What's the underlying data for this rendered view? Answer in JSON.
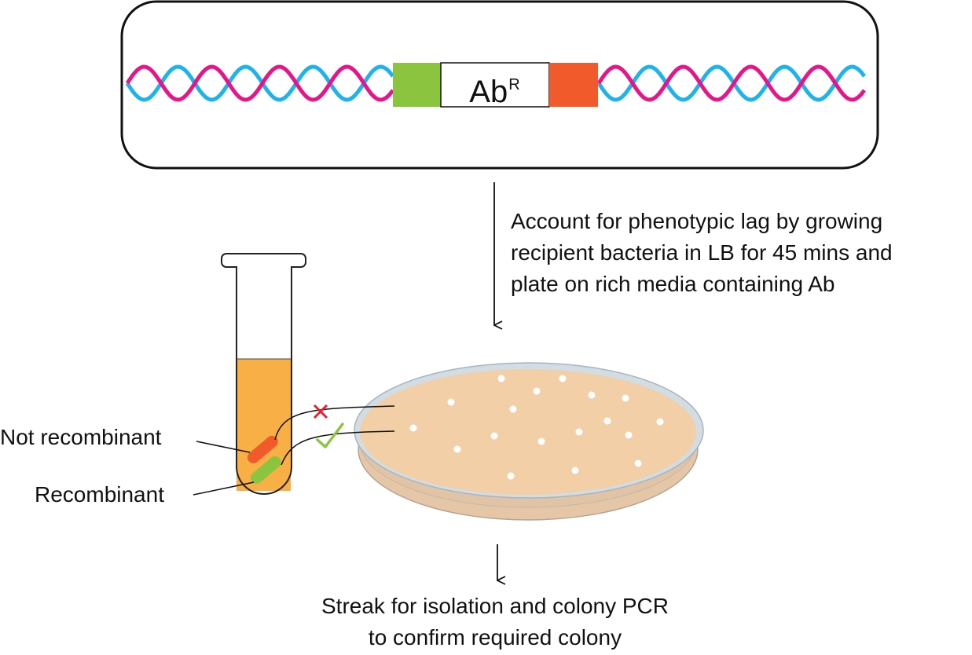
{
  "construct": {
    "gene_main": "Ab",
    "gene_sup": "R",
    "strand1_color": "#e5168c",
    "strand2_color": "#1eb3ea",
    "left_arm_color": "#8bc540",
    "right_arm_color": "#f15a2b"
  },
  "step1": {
    "line1": "Account for phenotypic lag by growing",
    "line2": "recipient bacteria in LB for 45 mins and",
    "line3": "plate on rich media containing Ab"
  },
  "tube": {
    "label_not": "Not recombinant",
    "label_rec": "Recombinant",
    "medium_color": "#f8af45",
    "not_color": "#f15a2b",
    "rec_color": "#8bc540"
  },
  "plate": {
    "agar_color": "#f8cc9c",
    "cross_color": "#e8202a",
    "check_color": "#8bc540"
  },
  "step2": {
    "line1": "Streak for isolation and colony PCR",
    "line2": "to confirm required colony"
  }
}
